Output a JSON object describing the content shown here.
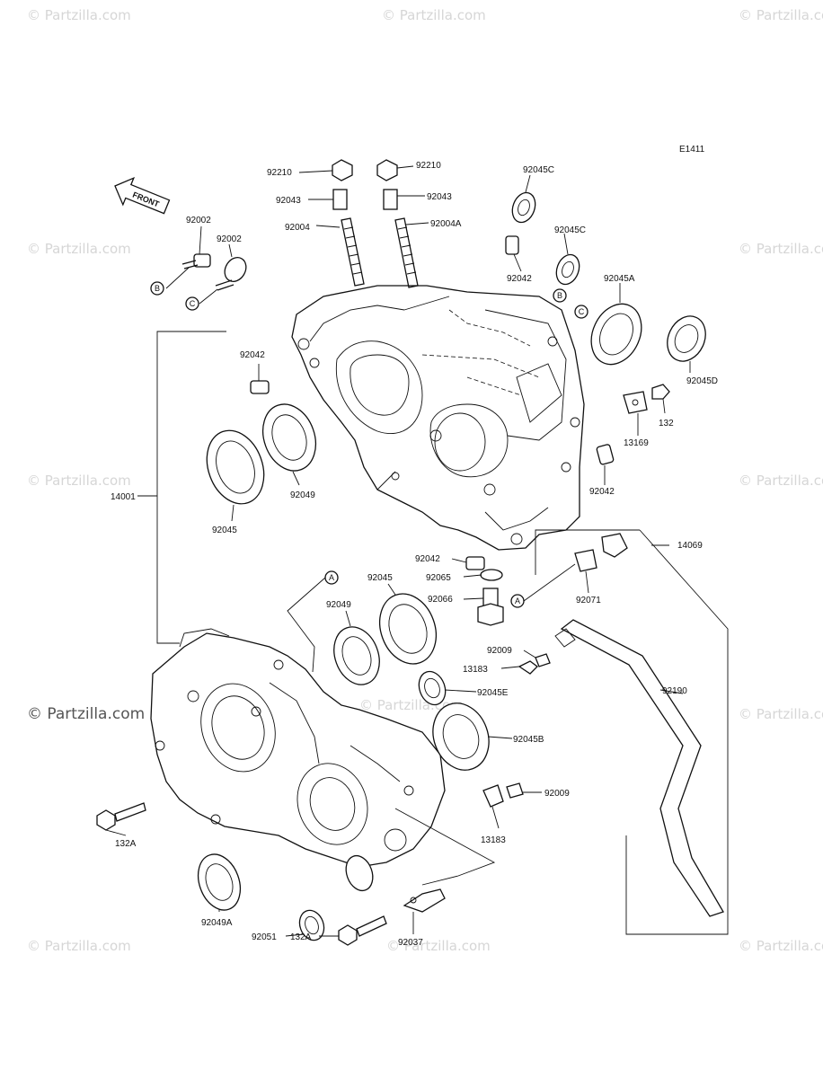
{
  "diagram_code": "E1411",
  "front_label": "FRONT",
  "watermark": "© Partzilla.com",
  "watermark_main": "© Partzilla.com",
  "refs": {
    "a": "A",
    "b": "B",
    "c": "C"
  },
  "labels": {
    "p92210_l": "92210",
    "p92210_r": "92210",
    "p92043_l": "92043",
    "p92043_r": "92043",
    "p92004": "92004",
    "p92004A": "92004A",
    "p92045C_t": "92045C",
    "p92045C_m": "92045C",
    "p92042_t": "92042",
    "p92042_l": "92042",
    "p92042_r": "92042",
    "p92042_b": "92042",
    "p92045A": "92045A",
    "p92045D": "92045D",
    "p132": "132",
    "p13169": "13169",
    "p92002_a": "92002",
    "p92002_b": "92002",
    "p14001": "14001",
    "p92045_u": "92045",
    "p92049_u": "92049",
    "p92065": "92065",
    "p92066": "92066",
    "p92071": "92071",
    "p14069": "14069",
    "p92045_l": "92045",
    "p92049_l": "92049",
    "p92009_a": "92009",
    "p13183_a": "13183",
    "p92045E": "92045E",
    "p92045B": "92045B",
    "p92190": "92190",
    "p92009_b": "92009",
    "p13183_b": "13183",
    "p132A_a": "132A",
    "p132A_b": "132A",
    "p92049A": "92049A",
    "p92051": "92051",
    "p92037": "92037"
  }
}
